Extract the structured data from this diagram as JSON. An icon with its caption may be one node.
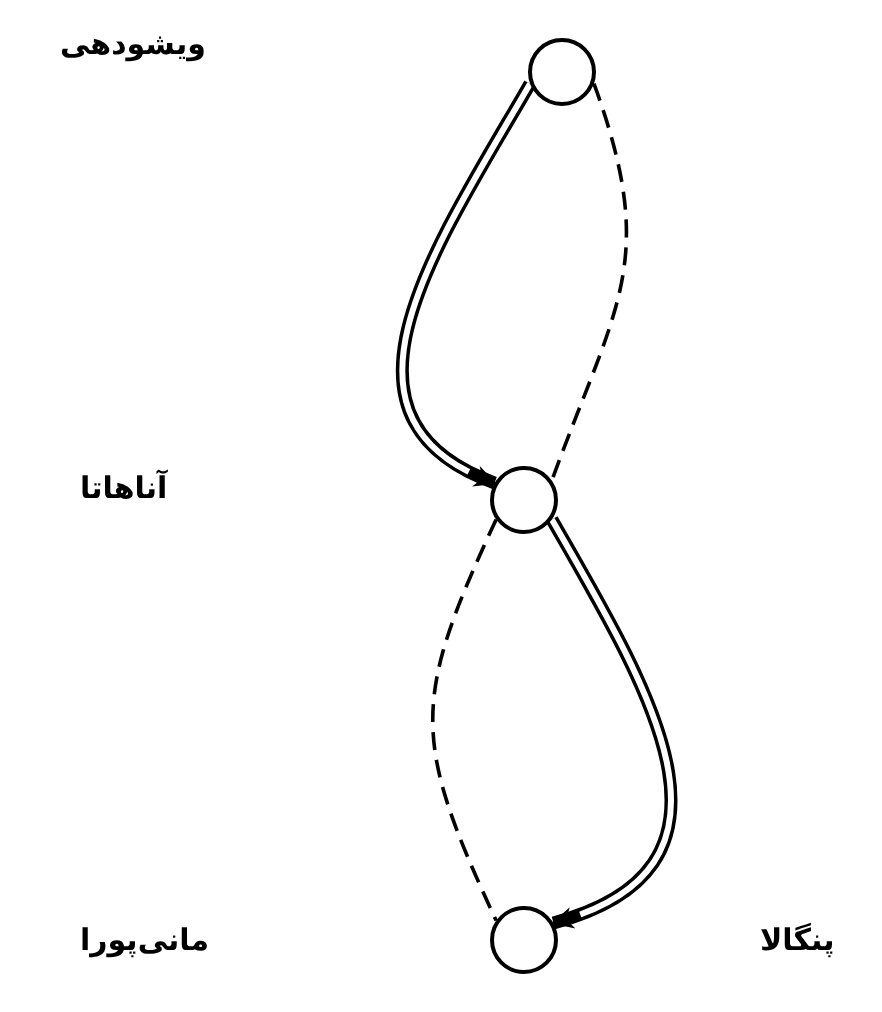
{
  "diagram": {
    "nodes": [
      {
        "text": [],
        "shape": "circle"
      },
      {
        "text": [],
        "shape": "circle"
      },
      {
        "text": [],
        "shape": "circle"
      }
    ],
    "edges": [
      {
        "from": 0,
        "to": 1,
        "arrow": "to",
        "style": "thick"
      },
      {
        "from": 0,
        "to": 1,
        "arrow": "none",
        "style": "dashed"
      },
      {
        "from": 1,
        "to": 2,
        "arrow": "none",
        "style": "dashed"
      },
      {
        "from": 1,
        "to": 2,
        "arrow": "to",
        "style": "thick"
      }
    ],
    "labels": [
      "ویشودهی",
      "آناهاتا",
      "مانی‌پورا",
      "پنگالا"
    ]
  }
}
